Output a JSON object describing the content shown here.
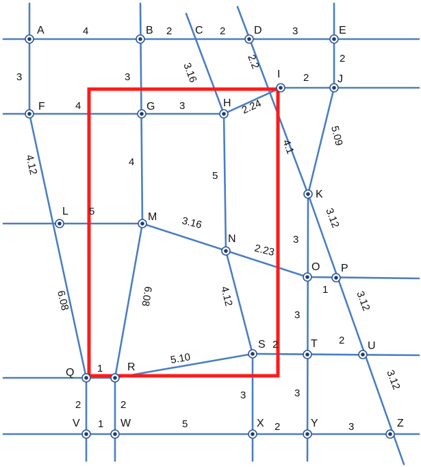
{
  "nodes": {
    "A": "A",
    "B": "B",
    "C": "C",
    "D": "D",
    "E": "E",
    "F": "F",
    "G": "G",
    "H": "H",
    "I": "I",
    "J": "J",
    "K": "K",
    "L": "L",
    "M": "M",
    "N": "N",
    "O": "O",
    "P": "P",
    "Q": "Q",
    "R": "R",
    "S": "S",
    "T": "T",
    "U": "U",
    "V": "V",
    "W": "W",
    "X": "X",
    "Y": "Y",
    "Z": "Z"
  },
  "weights": {
    "AB": "4",
    "BC": "2",
    "CD": "2",
    "DE": "3",
    "AF": "3",
    "BG": "3",
    "CH": "3.16",
    "DI": "2.2",
    "EJ": "2",
    "IJ": "2",
    "FG": "4",
    "GH": "3",
    "HI": "2.24",
    "FL": "4.12",
    "GM": "4",
    "HN": "5",
    "IK": "4.1",
    "JK": "5.09",
    "LM": "5",
    "MN": "3.16",
    "NO": "2.23",
    "KO": "3",
    "KP": "3.12",
    "OP": "1",
    "LQ": "6.08",
    "MR": "6.08",
    "NS": "4.12",
    "OT": "3",
    "PU": "3.12",
    "QR": "1",
    "RS": "5.10",
    "ST": "2",
    "TU": "2",
    "UZ": "3.12",
    "QV": "2",
    "RW": "2",
    "SX": "3",
    "TY": "3",
    "VW": "1",
    "WX": "5",
    "XY": "2",
    "YZ": "3"
  },
  "highlight": {
    "color": "#ff1a1a"
  },
  "road_color": "#4a7ec4"
}
